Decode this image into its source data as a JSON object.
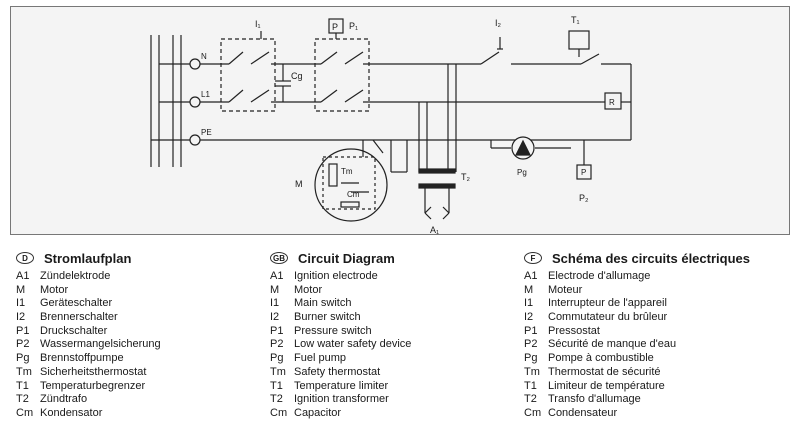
{
  "diagram": {
    "labels": {
      "n": "N",
      "l1": "L1",
      "pe": "PE",
      "i1": "I₁",
      "p": "P",
      "p1": "P₁",
      "cg": "Cg",
      "i2": "I₂",
      "t1": "T₁",
      "r": "R",
      "m": "M",
      "tm": "Tm",
      "cm": "Cm",
      "t2": "T₂",
      "pg": "Pg",
      "p2": "P₂",
      "a1": "A₁"
    }
  },
  "legend": {
    "german": {
      "badge": "D",
      "title": "Stromlaufplan",
      "items": [
        {
          "code": "A1",
          "text": "Zündelektrode"
        },
        {
          "code": "M",
          "text": "Motor"
        },
        {
          "code": "I1",
          "text": "Geräteschalter"
        },
        {
          "code": "I2",
          "text": "Brennerschalter"
        },
        {
          "code": "P1",
          "text": "Druckschalter"
        },
        {
          "code": "P2",
          "text": "Wassermangelsicherung"
        },
        {
          "code": "Pg",
          "text": "Brennstoffpumpe"
        },
        {
          "code": "Tm",
          "text": "Sicherheitsthermostat"
        },
        {
          "code": "T1",
          "text": "Temperaturbegrenzer"
        },
        {
          "code": "T2",
          "text": "Zündtrafo"
        },
        {
          "code": "Cm",
          "text": "Kondensator"
        }
      ]
    },
    "english": {
      "badge": "GB",
      "title": "Circuit Diagram",
      "items": [
        {
          "code": "A1",
          "text": "Ignition electrode"
        },
        {
          "code": "M",
          "text": "Motor"
        },
        {
          "code": "I1",
          "text": "Main switch"
        },
        {
          "code": "I2",
          "text": "Burner switch"
        },
        {
          "code": "P1",
          "text": "Pressure switch"
        },
        {
          "code": "P2",
          "text": "Low water safety device"
        },
        {
          "code": "Pg",
          "text": "Fuel pump"
        },
        {
          "code": "Tm",
          "text": "Safety thermostat"
        },
        {
          "code": "T1",
          "text": "Temperature limiter"
        },
        {
          "code": "T2",
          "text": "Ignition transformer"
        },
        {
          "code": "Cm",
          "text": "Capacitor"
        }
      ]
    },
    "french": {
      "badge": "F",
      "title": "Schéma des circuits électriques",
      "items": [
        {
          "code": "A1",
          "text": "Electrode d'allumage"
        },
        {
          "code": "M",
          "text": "Moteur"
        },
        {
          "code": "I1",
          "text": "Interrupteur de l'appareil"
        },
        {
          "code": "I2",
          "text": "Commutateur du brûleur"
        },
        {
          "code": "P1",
          "text": "Pressostat"
        },
        {
          "code": "P2",
          "text": "Sécurité de manque d'eau"
        },
        {
          "code": "Pg",
          "text": "Pompe à combustible"
        },
        {
          "code": "Tm",
          "text": "Thermostat de sécurité"
        },
        {
          "code": "T1",
          "text": "Limiteur de température"
        },
        {
          "code": "T2",
          "text": "Transfo d'allumage"
        },
        {
          "code": "Cm",
          "text": "Condensateur"
        }
      ]
    }
  }
}
